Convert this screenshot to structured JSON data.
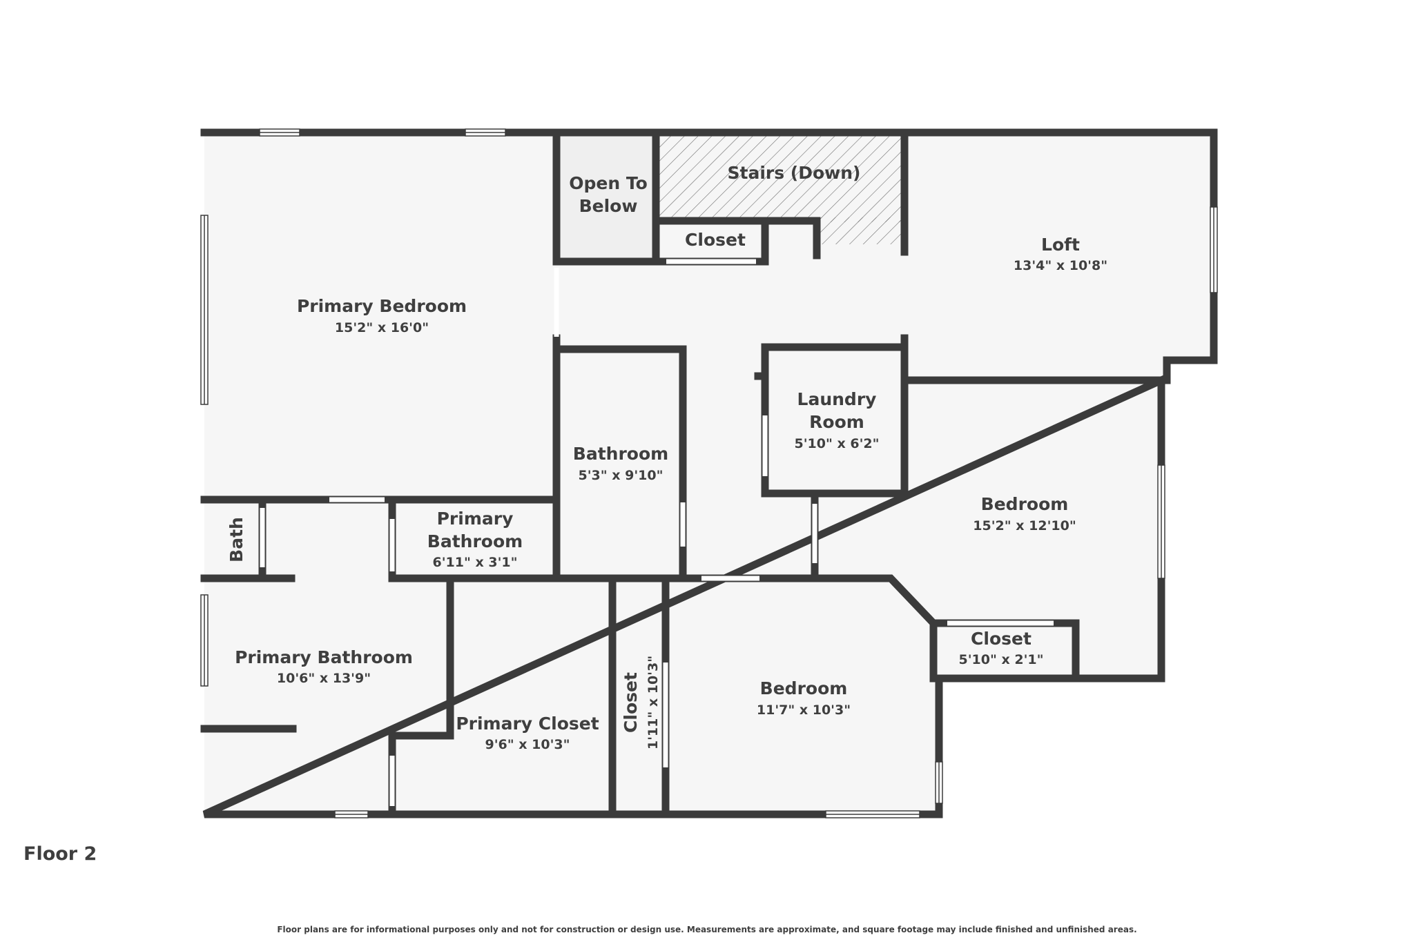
{
  "floor_label": "Floor 2",
  "disclaimer": "Floor plans are for informational purposes only and not for construction or design use. Measurements are approximate, and square footage may include finished and unfinished areas.",
  "colors": {
    "wall": "#3b3b3b",
    "floor": "#f6f6f6",
    "open_area": "#efefef",
    "window": "#ffffff",
    "hatch": "#6d6d6d"
  },
  "rooms": {
    "primary_bedroom": {
      "name": "Primary Bedroom",
      "dims": "15'2\" x 16'0\""
    },
    "open_to_below": {
      "line1": "Open To",
      "line2": "Below"
    },
    "stairs": {
      "name": "Stairs (Down)"
    },
    "closet_top": {
      "name": "Closet"
    },
    "loft": {
      "name": "Loft",
      "dims": "13'4\" x 10'8\""
    },
    "bathroom": {
      "name": "Bathroom",
      "dims": "5'3\" x 9'10\""
    },
    "laundry": {
      "line1": "Laundry",
      "line2": "Room",
      "dims": "5'10\" x 6'2\""
    },
    "bedroom_right": {
      "name": "Bedroom",
      "dims": "15'2\" x 12'10\""
    },
    "bath_small": {
      "name": "Bath"
    },
    "primary_bathroom_small": {
      "line1": "Primary",
      "line2": "Bathroom",
      "dims": "6'11\" x 3'1\""
    },
    "primary_bathroom": {
      "name": "Primary Bathroom",
      "dims": "10'6\" x 13'9\""
    },
    "primary_closet": {
      "name": "Primary Closet",
      "dims": "9'6\" x 10'3\""
    },
    "closet_narrow": {
      "name": "Closet",
      "dims": "1'11\" x 10'3\""
    },
    "bedroom_bottom": {
      "name": "Bedroom",
      "dims": "11'7\" x 10'3\""
    },
    "closet_right": {
      "name": "Closet",
      "dims": "5'10\" x 2'1\""
    }
  }
}
